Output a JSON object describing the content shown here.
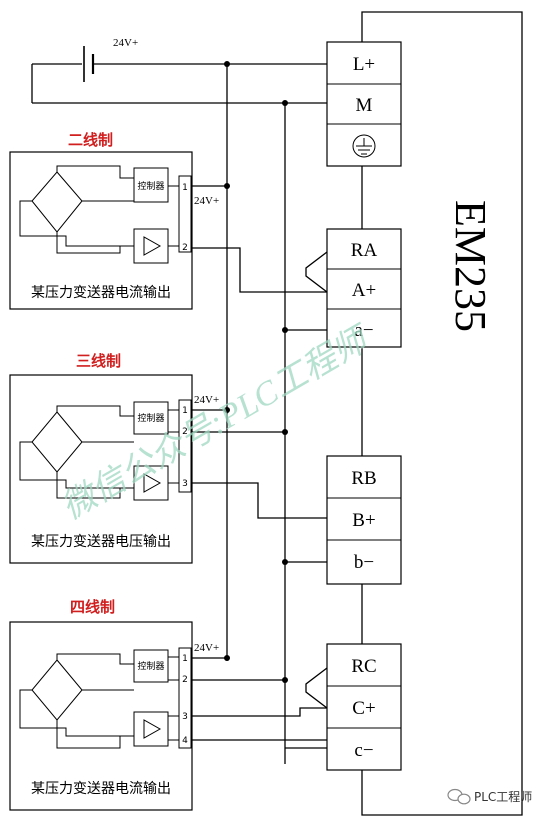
{
  "module": {
    "name": "EM235"
  },
  "power": {
    "supply_label": "24V+"
  },
  "terminals": {
    "power": [
      "L+",
      "M",
      "ground-symbol"
    ],
    "group_a": [
      "RA",
      "A+",
      "a−"
    ],
    "group_b": [
      "RB",
      "B+",
      "b−"
    ],
    "group_c": [
      "RC",
      "C+",
      "c−"
    ]
  },
  "transmitters": [
    {
      "title": "二线制",
      "caption": "某压力变送器电流输出",
      "controller_label": "控制器",
      "supply_label": "24V+",
      "pins": [
        "1",
        "2"
      ]
    },
    {
      "title": "三线制",
      "caption": "某压力变送器电压输出",
      "controller_label": "控制器",
      "supply_label": "24V+",
      "pins": [
        "1",
        "2",
        "3"
      ]
    },
    {
      "title": "四线制",
      "caption": "某压力变送器电流输出",
      "controller_label": "控制器",
      "supply_label": "24V+",
      "pins": [
        "1",
        "2",
        "3",
        "4"
      ]
    }
  ],
  "watermark": {
    "text": "微信公众号:PLC工程师"
  },
  "footer": {
    "brand": "PLC工程师"
  },
  "colors": {
    "title_red": "#d11f1f",
    "watermark": "#9fd8c2"
  }
}
